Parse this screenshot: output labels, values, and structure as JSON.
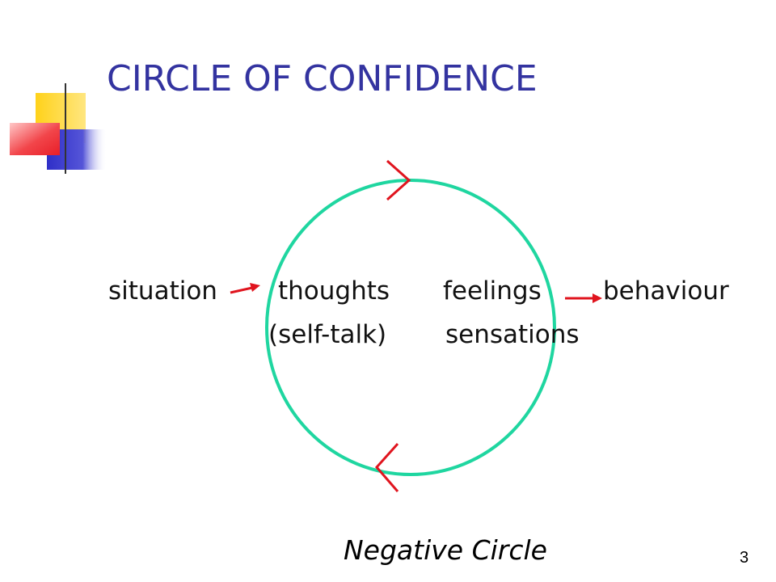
{
  "slide": {
    "title": "CIRCLE OF CONFIDENCE",
    "page_number": "3"
  },
  "diagram": {
    "nodes": {
      "situation": "situation",
      "thoughts": "thoughts",
      "self_talk": "(self-talk)",
      "feelings": "feelings",
      "sensations": "sensations",
      "behaviour": "behaviour"
    },
    "caption": "Negative Circle",
    "edges": [
      {
        "from": "situation",
        "to": "thoughts"
      },
      {
        "from": "feelings",
        "to": "behaviour"
      }
    ]
  },
  "colors": {
    "title": "#3333a0",
    "circle": "#1fd6a0",
    "arrow": "#e0141e",
    "decor_yellow": "#ffd21a",
    "decor_red": "#f2454a",
    "decor_blue": "#3a3ad0"
  }
}
